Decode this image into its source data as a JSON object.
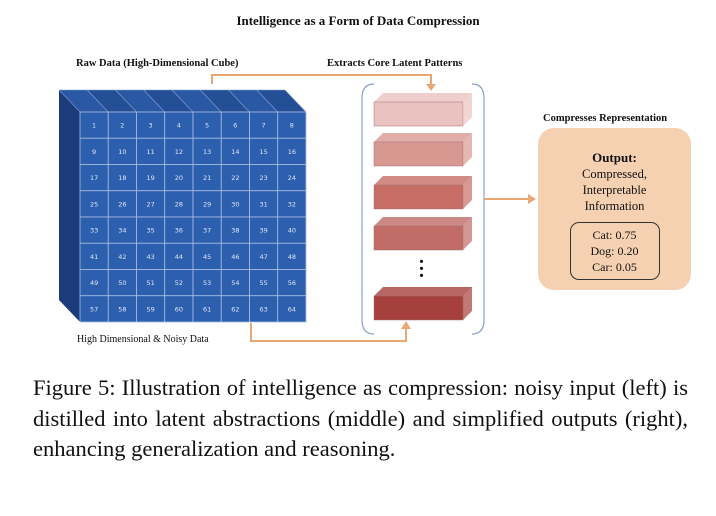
{
  "title": "Intelligence as a Form of Data Compression",
  "raw_label": "Raw Data (High-Dimensional Cube)",
  "extract_label": "Extracts Core Latent Patterns",
  "compress_label": "Compresses Representation",
  "noisy_label": "High Dimensional & Noisy Data",
  "cube_numbers": [
    "1",
    "2",
    "3",
    "4",
    "5",
    "6",
    "7",
    "8",
    "9",
    "10",
    "11",
    "12",
    "13",
    "14",
    "15",
    "16",
    "17",
    "18",
    "19",
    "20",
    "21",
    "22",
    "23",
    "24",
    "25",
    "26",
    "27",
    "28",
    "29",
    "30",
    "31",
    "32",
    "33",
    "34",
    "35",
    "36",
    "37",
    "38",
    "39",
    "40",
    "41",
    "42",
    "43",
    "44",
    "45",
    "46",
    "47",
    "48",
    "49",
    "50",
    "51",
    "52",
    "53",
    "54",
    "55",
    "56",
    "57",
    "58",
    "59",
    "60",
    "61",
    "62",
    "63",
    "64"
  ],
  "output": {
    "title": "Output:",
    "line1": "Compressed,",
    "line2": "Interpretable",
    "line3": "Information",
    "probs": [
      "Cat: 0.75",
      "Dog: 0.20",
      "Car: 0.05"
    ]
  },
  "colors": {
    "cube_front": "#2d5faf",
    "cube_side": "#1b3c7a",
    "arrow": "#e8a876",
    "output_bg": "#f6d1b1",
    "latent": [
      "#eac3c0",
      "#d89892",
      "#c66e66",
      "#c16c66",
      "#a6403c"
    ]
  },
  "caption": "Figure 5: Illustration of intelligence as compression: noisy input (left) is distilled into latent abstractions (middle) and simplified outputs (right), enhancing generalization and reasoning."
}
